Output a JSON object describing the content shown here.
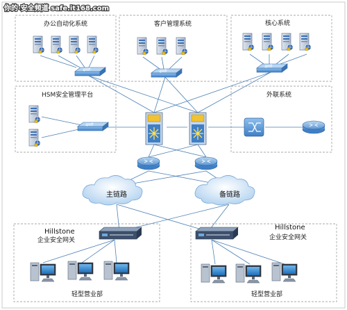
{
  "watermark": {
    "text": "你的·安全频道 safe.it168.com"
  },
  "zones": {
    "office": {
      "label": "办公自动化系统"
    },
    "customer": {
      "label": "客户管理系统"
    },
    "core": {
      "label": "核心系统"
    },
    "hsm": {
      "label": "HSM安全管理平台"
    },
    "external": {
      "label": "外联系统"
    },
    "branch_left": {
      "label": "轻型营业部"
    },
    "branch_right": {
      "label": "轻型营业部"
    }
  },
  "clouds": {
    "primary": {
      "label": "主链路"
    },
    "backup": {
      "label": "备链路"
    }
  },
  "gateways": {
    "left": {
      "brand": "Hillstone",
      "label": "企业安全网关"
    },
    "right": {
      "brand": "Hillstone",
      "label": "企业安全网关"
    }
  },
  "colors": {
    "zone_border": "#aaaaaa",
    "link_line": "#4a7fb5",
    "server_blue": "#3b6fb6",
    "switch_blue": "#4f8fd1",
    "core_yellow": "#f1c232",
    "cloud_blue": "#cfe2f7"
  }
}
